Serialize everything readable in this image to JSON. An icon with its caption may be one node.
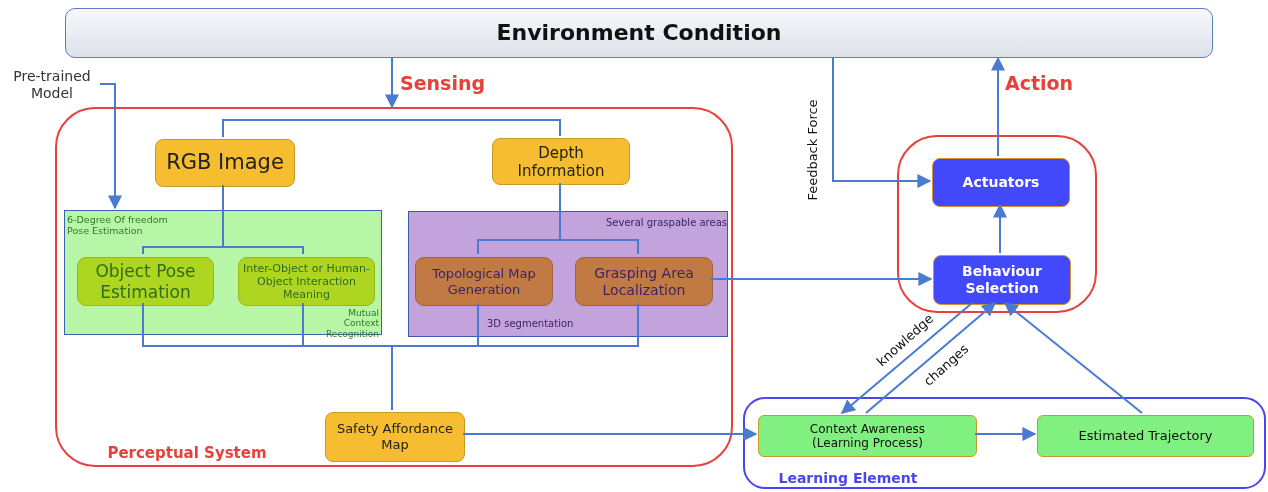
{
  "diagram": {
    "nodes": [
      {
        "text": [
          "Environment Condition"
        ]
      },
      {
        "text": [
          "Pre-trained Model"
        ]
      },
      {
        "text": [
          "Perceptual System"
        ]
      },
      {
        "text": [
          "RGB Image"
        ],
        "in": 2
      },
      {
        "text": [
          "Depth Information"
        ],
        "in": 2
      },
      {
        "text": [
          "6-Degree Of freedom Pose Estimation",
          "Mutual Context Recognition"
        ],
        "in": 2
      },
      {
        "text": [
          "Object Pose Estimation"
        ],
        "in": 5
      },
      {
        "text": [
          "Inter-Object or Human-Object Interaction Meaning"
        ],
        "in": 5
      },
      {
        "text": [
          "Several graspable areas",
          "3D segmentation"
        ],
        "in": 2
      },
      {
        "text": [
          "Topological Map Generation"
        ],
        "in": 8
      },
      {
        "text": [
          "Grasping Area Localization"
        ],
        "in": 8
      },
      {
        "text": [
          "Safety Affordance Map"
        ],
        "in": 2
      },
      {
        "text": [],
        "shape": "box"
      },
      {
        "text": [
          "Actuators"
        ],
        "in": 12
      },
      {
        "text": [
          "Behaviour Selection"
        ],
        "in": 12
      },
      {
        "text": [
          "Learning Element"
        ]
      },
      {
        "text": [
          "Context Awareness (Learning Process)"
        ],
        "in": 15
      },
      {
        "text": [
          "Estimated Trajectory"
        ],
        "in": 15
      }
    ],
    "edges": [
      {
        "from": 0,
        "to": 2,
        "arrow": "to"
      },
      {
        "from": 1,
        "to": 5,
        "arrow": "to"
      },
      {
        "from": 3,
        "to": 4,
        "arrow": "none"
      },
      {
        "from": 3,
        "to": 6,
        "arrow": "none"
      },
      {
        "from": 3,
        "to": 7,
        "arrow": "none"
      },
      {
        "from": 4,
        "to": 9,
        "arrow": "none"
      },
      {
        "from": 4,
        "to": 10,
        "arrow": "none"
      },
      {
        "from": 6,
        "to": 11,
        "arrow": "none"
      },
      {
        "from": 7,
        "to": 11,
        "arrow": "none"
      },
      {
        "from": 9,
        "to": 11,
        "arrow": "none"
      },
      {
        "from": 10,
        "to": 11,
        "arrow": "none"
      },
      {
        "from": 10,
        "to": 14,
        "arrow": "to"
      },
      {
        "from": 11,
        "to": 16,
        "arrow": "to"
      },
      {
        "from": 0,
        "to": 13,
        "arrow": "to",
        "label": "Feedback Force"
      },
      {
        "from": 13,
        "to": 0,
        "arrow": "to"
      },
      {
        "from": 14,
        "to": 13,
        "arrow": "to"
      },
      {
        "from": 14,
        "to": 16,
        "arrow": "to",
        "label": "knowledge"
      },
      {
        "from": 16,
        "to": 14,
        "arrow": "to",
        "label": "changes"
      },
      {
        "from": 17,
        "to": 14,
        "arrow": "to"
      },
      {
        "from": 16,
        "to": 17,
        "arrow": "to"
      }
    ],
    "labels": [
      "Sensing",
      "Action"
    ]
  }
}
